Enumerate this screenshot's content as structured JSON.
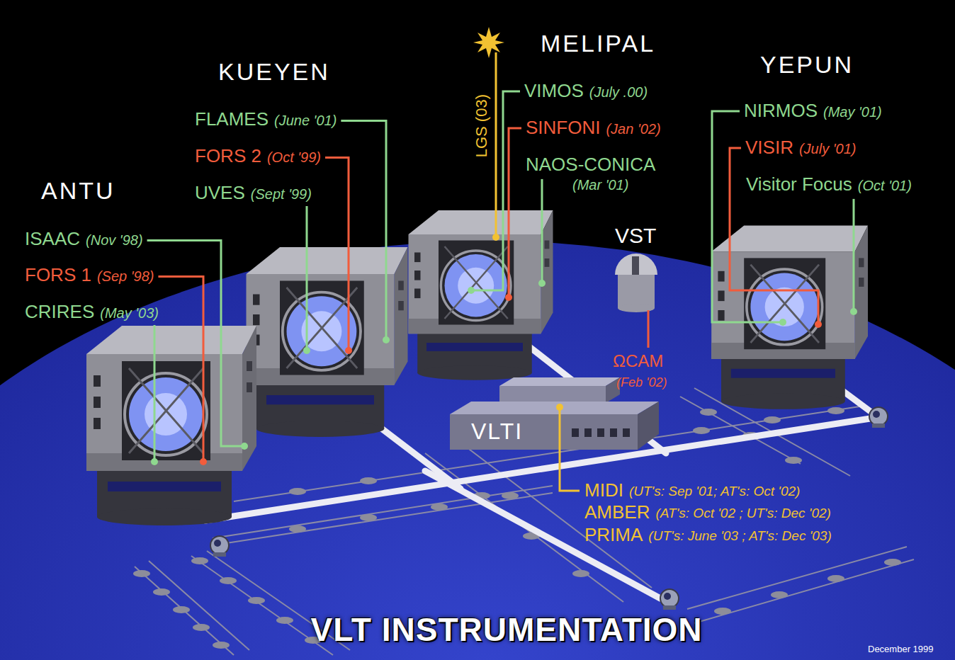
{
  "diagram": {
    "title": "VLT INSTRUMENTATION",
    "nodes": [
      {
        "text": [
          "VLTI"
        ]
      }
    ],
    "labels": [
      "ANTU",
      "ISAAC",
      "(Nov '98)",
      "FORS 1",
      "(Sep '98)",
      "CRIRES",
      "(May '03)",
      "KUEYEN",
      "FLAMES",
      "(June '01)",
      "FORS 2",
      "(Oct '99)",
      "UVES",
      "(Sept '99)",
      "MELIPAL",
      "LGS (03)",
      "VIMOS",
      "(July .00)",
      "SINFONI",
      "(Jan '02)",
      "NAOS-CONICA",
      "(Mar '01)",
      "VST",
      "ΩCAM",
      "(Feb '02)",
      "YEPUN",
      "NIRMOS",
      "(May '01)",
      "VISIR",
      "(July '01)",
      "Visitor Focus",
      "(Oct '01)",
      "MIDI",
      "(UT's: Sep '01; AT's: Oct '02)",
      "AMBER",
      "(AT's: Oct '02 ; UT's: Dec '02)",
      "PRIMA",
      "(UT's: June '03 ; AT's: Dec '03)",
      "December 1999"
    ]
  }
}
